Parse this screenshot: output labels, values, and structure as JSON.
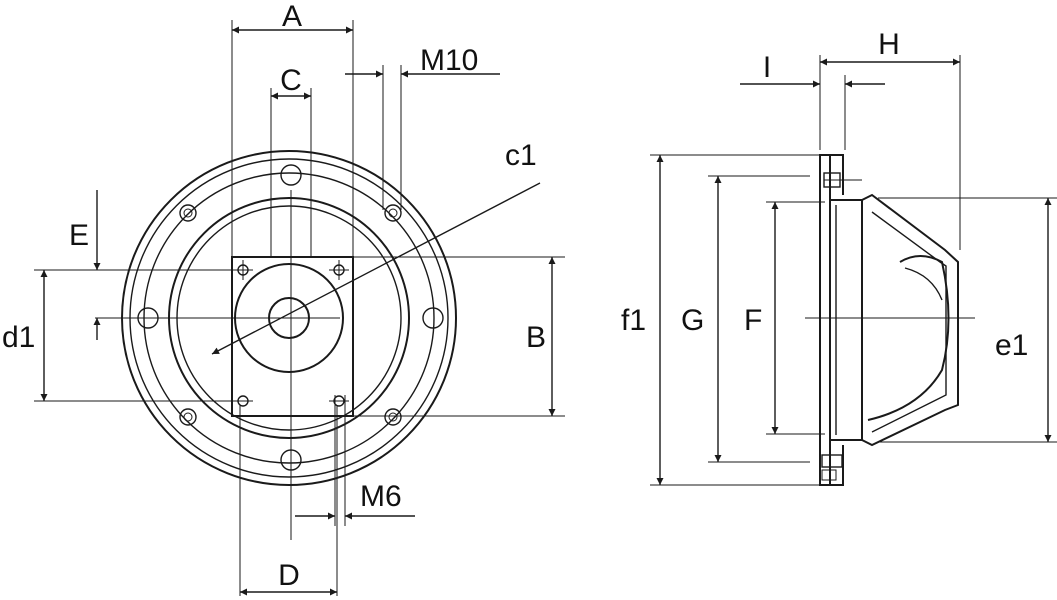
{
  "labels": {
    "A": "A",
    "M10": "M10",
    "C": "C",
    "c1": "c1",
    "E": "E",
    "d1": "d1",
    "B": "B",
    "M6": "M6",
    "D": "D",
    "I": "I",
    "H": "H",
    "f1": "f1",
    "G": "G",
    "F": "F",
    "e1": "e1"
  }
}
